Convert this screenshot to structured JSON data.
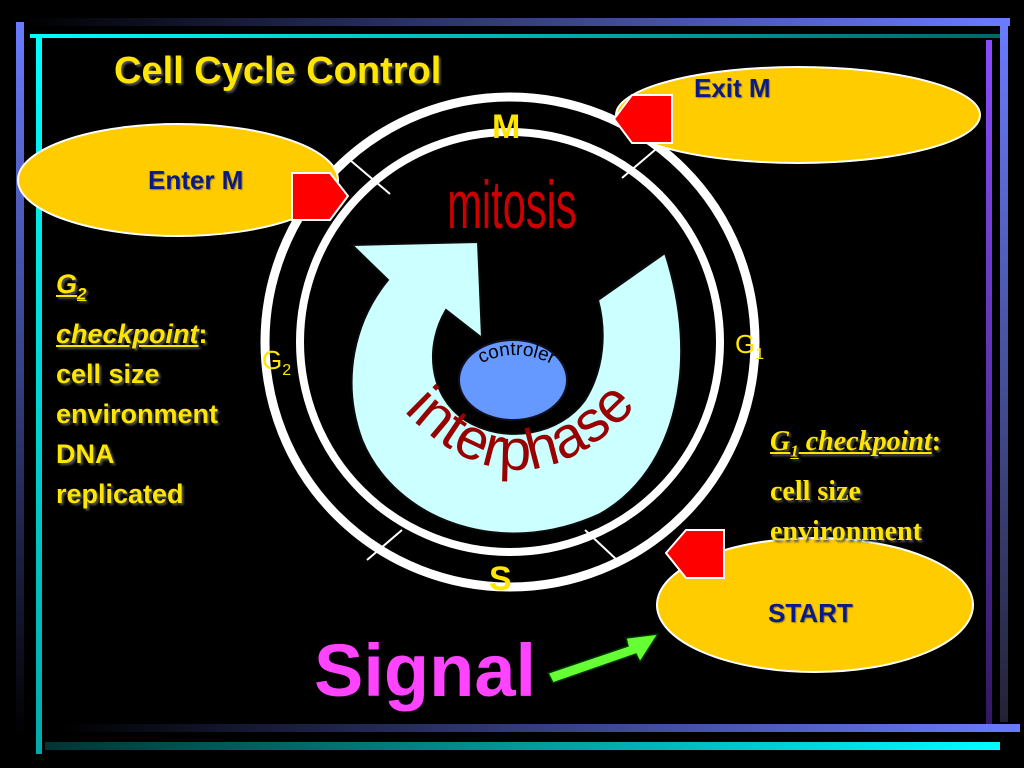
{
  "title": "Cell Cycle Control",
  "phases": {
    "m": "M",
    "s": "S",
    "g1": "G",
    "g1_sub": "1",
    "g2": "G",
    "g2_sub": "2"
  },
  "center": {
    "mitosis": "mitosis",
    "interphase": "interphase",
    "controler": "controler"
  },
  "checkpoints": {
    "enter_m": "Enter M",
    "exit_m": "Exit M",
    "start": "START"
  },
  "g2_checkpoint": {
    "heading_g": "G",
    "heading_sub": "2",
    "heading_word": "checkpoint",
    "heading_colon": ":",
    "lines": [
      "cell size",
      "environment",
      "DNA",
      "replicated"
    ]
  },
  "g1_checkpoint": {
    "heading_g": "G",
    "heading_sub": "1",
    "heading_word": " checkpoint",
    "heading_colon": ":",
    "lines": [
      "cell size",
      "environment"
    ]
  },
  "signal": "Signal",
  "colors": {
    "ellipse": "#ffcc00",
    "marker": "#ff0000",
    "ring": "#ffffff",
    "arrow_fill": "#ccffff",
    "controler_fill": "#6699ff",
    "interphase_text": "#990000",
    "mitosis_text": "#cc0000",
    "signal_arrow": "#66ff33",
    "signal_text": "#ff44ff"
  }
}
